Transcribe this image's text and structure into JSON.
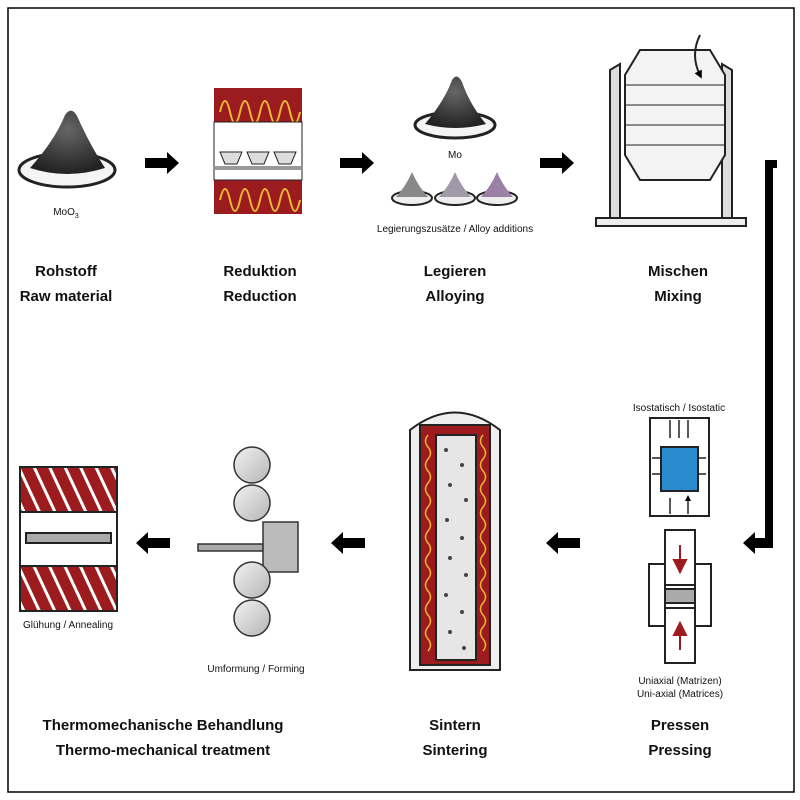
{
  "steps": [
    {
      "de": "Rohstoff",
      "en": "Raw material",
      "caption": "MoO",
      "caption_sub": "3"
    },
    {
      "de": "Reduktion",
      "en": "Reduction"
    },
    {
      "de": "Legieren",
      "en": "Alloying",
      "caption": "Mo",
      "caption2": "Legierungszusätze / Alloy additions"
    },
    {
      "de": "Mischen",
      "en": "Mixing"
    },
    {
      "de": "Pressen",
      "en": "Pressing",
      "caption": "Isostatisch / Isostatic",
      "caption2": "Uniaxial (Matrizen)",
      "caption3": "Uni-axial (Matrices)"
    },
    {
      "de": "Sintern",
      "en": "Sintering"
    },
    {
      "de": "Thermomechanische Behandlung",
      "en": "Thermo-mechanical treatment",
      "caption": "Umformung / Forming",
      "caption2": "Glühung / Annealing"
    }
  ],
  "colors": {
    "furnace_red": "#9b1b1e",
    "heater_yellow": "#e8b830",
    "powder_dark": "#333333",
    "compact_blue": "#2a8ccf",
    "arrow": "#000000"
  }
}
